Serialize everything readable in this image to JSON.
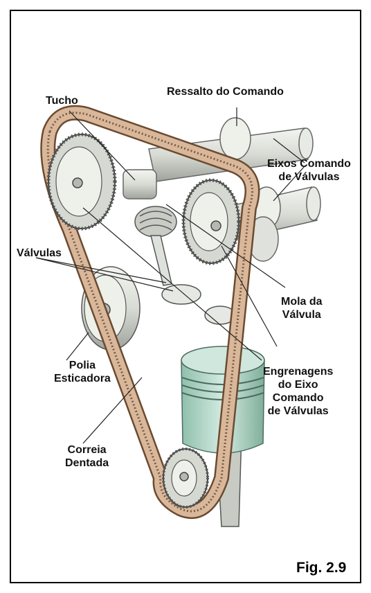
{
  "labels": {
    "tucho": "Tucho",
    "ressalto": "Ressalto do Comando",
    "eixos_line1": "Eixos Comando",
    "eixos_line2": "de Válvulas",
    "valvulas": "Válvulas",
    "mola_line1": "Mola da",
    "mola_line2": "Válvula",
    "polia_line1": "Polia",
    "polia_line2": "Esticadora",
    "engrenagens_line1": "Engrenagens",
    "engrenagens_line2": "do Eixo",
    "engrenagens_line3": "Comando",
    "engrenagens_line4": "de Válvulas",
    "correia_line1": "Correia",
    "correia_line2": "Dentada"
  },
  "figure_caption": "Fig. 2.9",
  "colors": {
    "belt": "#d9b79a",
    "belt_edge": "#6b4a30",
    "metal": "#dfe2dc",
    "metal_shade": "#9ea39b",
    "piston": "#b9d8cc",
    "frame": "#000000"
  }
}
